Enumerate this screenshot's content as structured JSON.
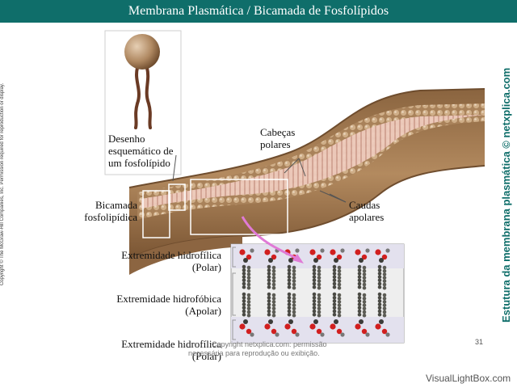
{
  "title": "Membrana Plasmática / Bicamada de Fosfolípidos",
  "copyright_side": "Copyright © The McGraw-Hill Companies, Inc. Permission required for reproduction or display.",
  "side_title": "Estutura da membrana plasmática © netxplica.com",
  "labels": {
    "desenho_line1": "Desenho",
    "desenho_line2": "esquemático de",
    "desenho_line3": "um fosfolípido",
    "bicamada_line1": "Bicamada",
    "bicamada_line2": "fosfolipídica",
    "cabecas_line1": "Cabeças",
    "cabecas_line2": "polares",
    "caudas_line1": "Caudas",
    "caudas_line2": "apolares",
    "hidrofilica_top_line1": "Extremidade hidrofílica",
    "hidrofilica_top_line2": "(Polar)",
    "hidrofobica_line1": "Extremidade hidrofóbica",
    "hidrofobica_line2": "(Apolar)",
    "hidrofilica_bottom_line1": "Extremidade hidrofílica",
    "hidrofilica_bottom_line2": "(Polar)"
  },
  "footer": {
    "line1": "Copyright netxplica.com: permissão",
    "line2": "necessária para reprodução ou exibição.",
    "page_number": "31",
    "watermark": "VisualLightBox.com"
  },
  "colors": {
    "title_bar": "#0f6e6a",
    "membrane_outer": "#a0784f",
    "membrane_heads": "#c9a27c",
    "membrane_tails": "#e9c2b4",
    "arrow": "#e07ad6",
    "oxygen": "#d11f1f",
    "carbon": "#3c3c38"
  }
}
